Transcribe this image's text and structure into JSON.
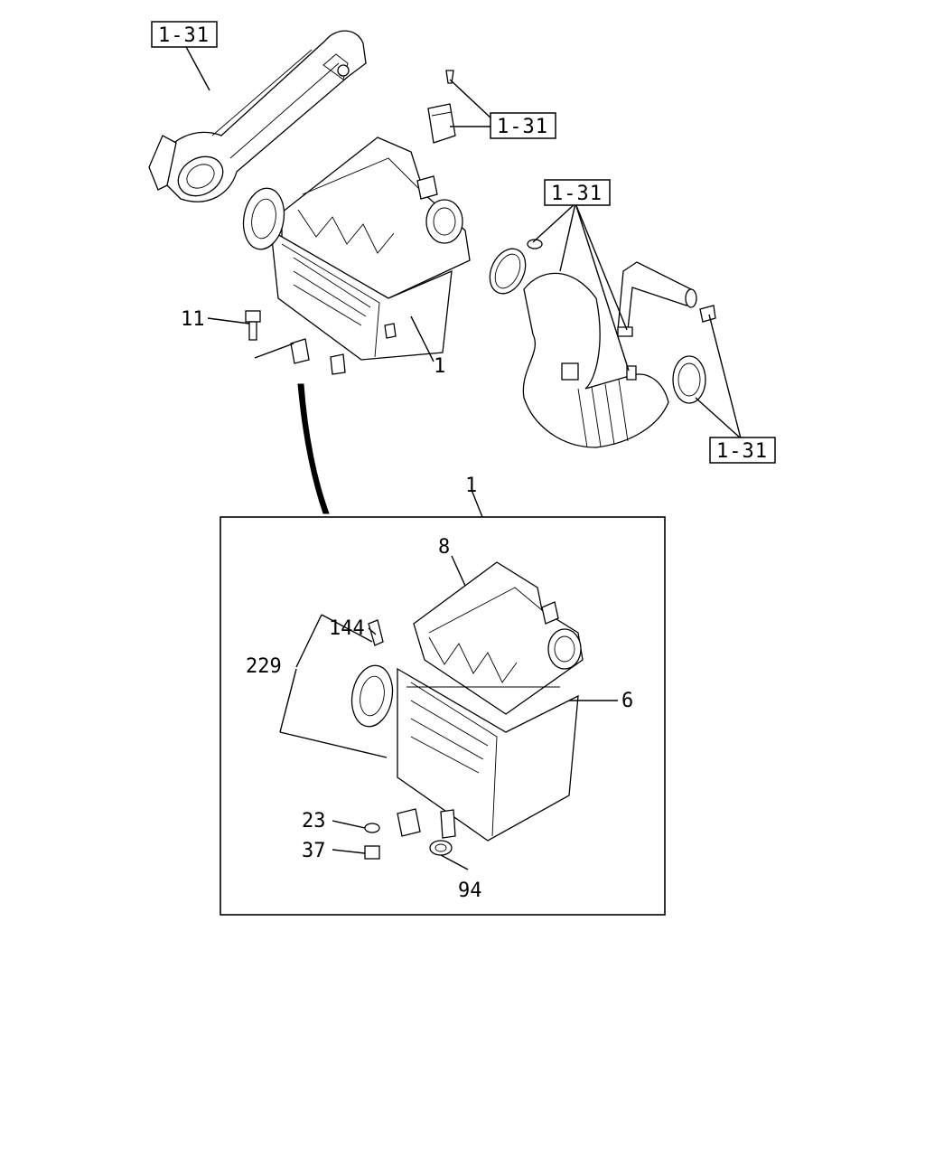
{
  "diagram": {
    "callouts": {
      "ref_top_left": "1-31",
      "ref_sensor": "1-31",
      "ref_hose": "1-31",
      "ref_bottom_right": "1-31",
      "part_11": "11",
      "part_1_upper": "1",
      "part_1_detail": "1",
      "part_8": "8",
      "part_144": "144",
      "part_229": "229",
      "part_6": "6",
      "part_23": "23",
      "part_37": "37",
      "part_94": "94"
    }
  }
}
